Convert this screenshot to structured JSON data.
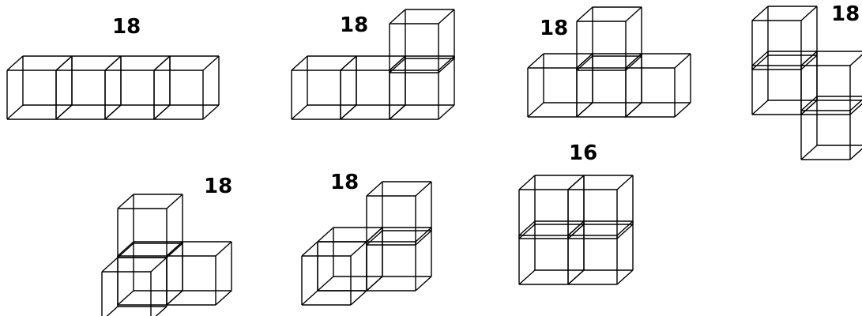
{
  "figures": [
    {
      "label": "18",
      "shape": "four cubes in a straight row"
    },
    {
      "label": "18",
      "shape": "three cubes in a row with one stacked on the right end"
    },
    {
      "label": "18",
      "shape": "three cubes in a row with one stacked on the middle"
    },
    {
      "label": "18",
      "shape": "two cubes on top, two below shifted diagonally (skew)"
    },
    {
      "label": "18",
      "shape": "L shape of cubes receding in depth"
    },
    {
      "label": "18",
      "shape": "two cubes in a row with one stacked, offset in depth"
    },
    {
      "label": "16",
      "shape": "2 by 2 square of cubes"
    }
  ]
}
